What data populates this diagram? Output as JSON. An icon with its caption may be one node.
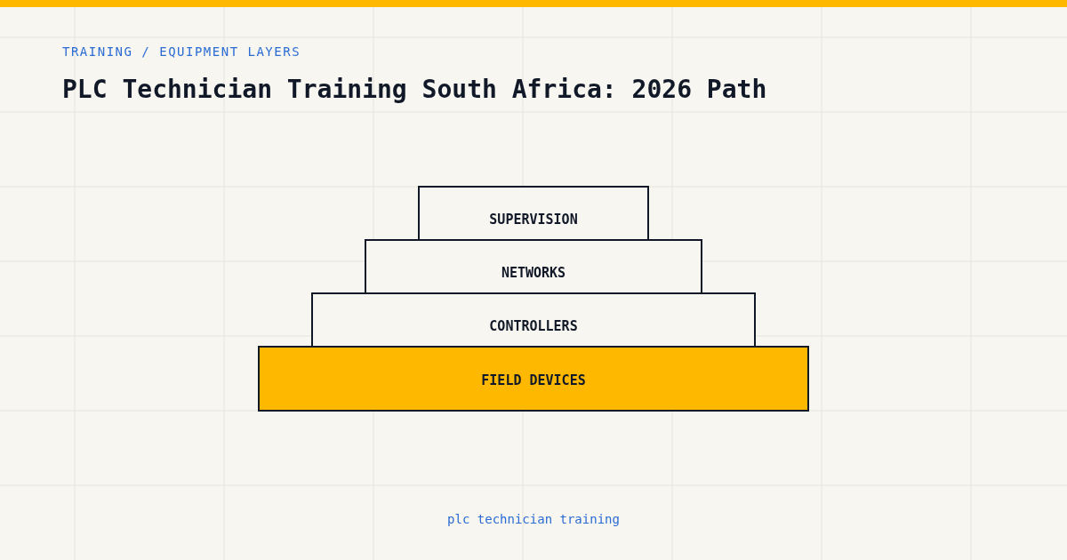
{
  "diagram": {
    "title": "PLC Technician Training South Africa: 2026 Path",
    "nodes": [
      {
        "text": [
          "SUPERVISION"
        ]
      },
      {
        "text": [
          "NETWORKS"
        ]
      },
      {
        "text": [
          "CONTROLLERS"
        ]
      },
      {
        "text": [
          "FIELD DEVICES"
        ]
      }
    ],
    "labels": [
      "TRAINING / EQUIPMENT LAYERS"
    ],
    "caption": "plc technician training"
  }
}
